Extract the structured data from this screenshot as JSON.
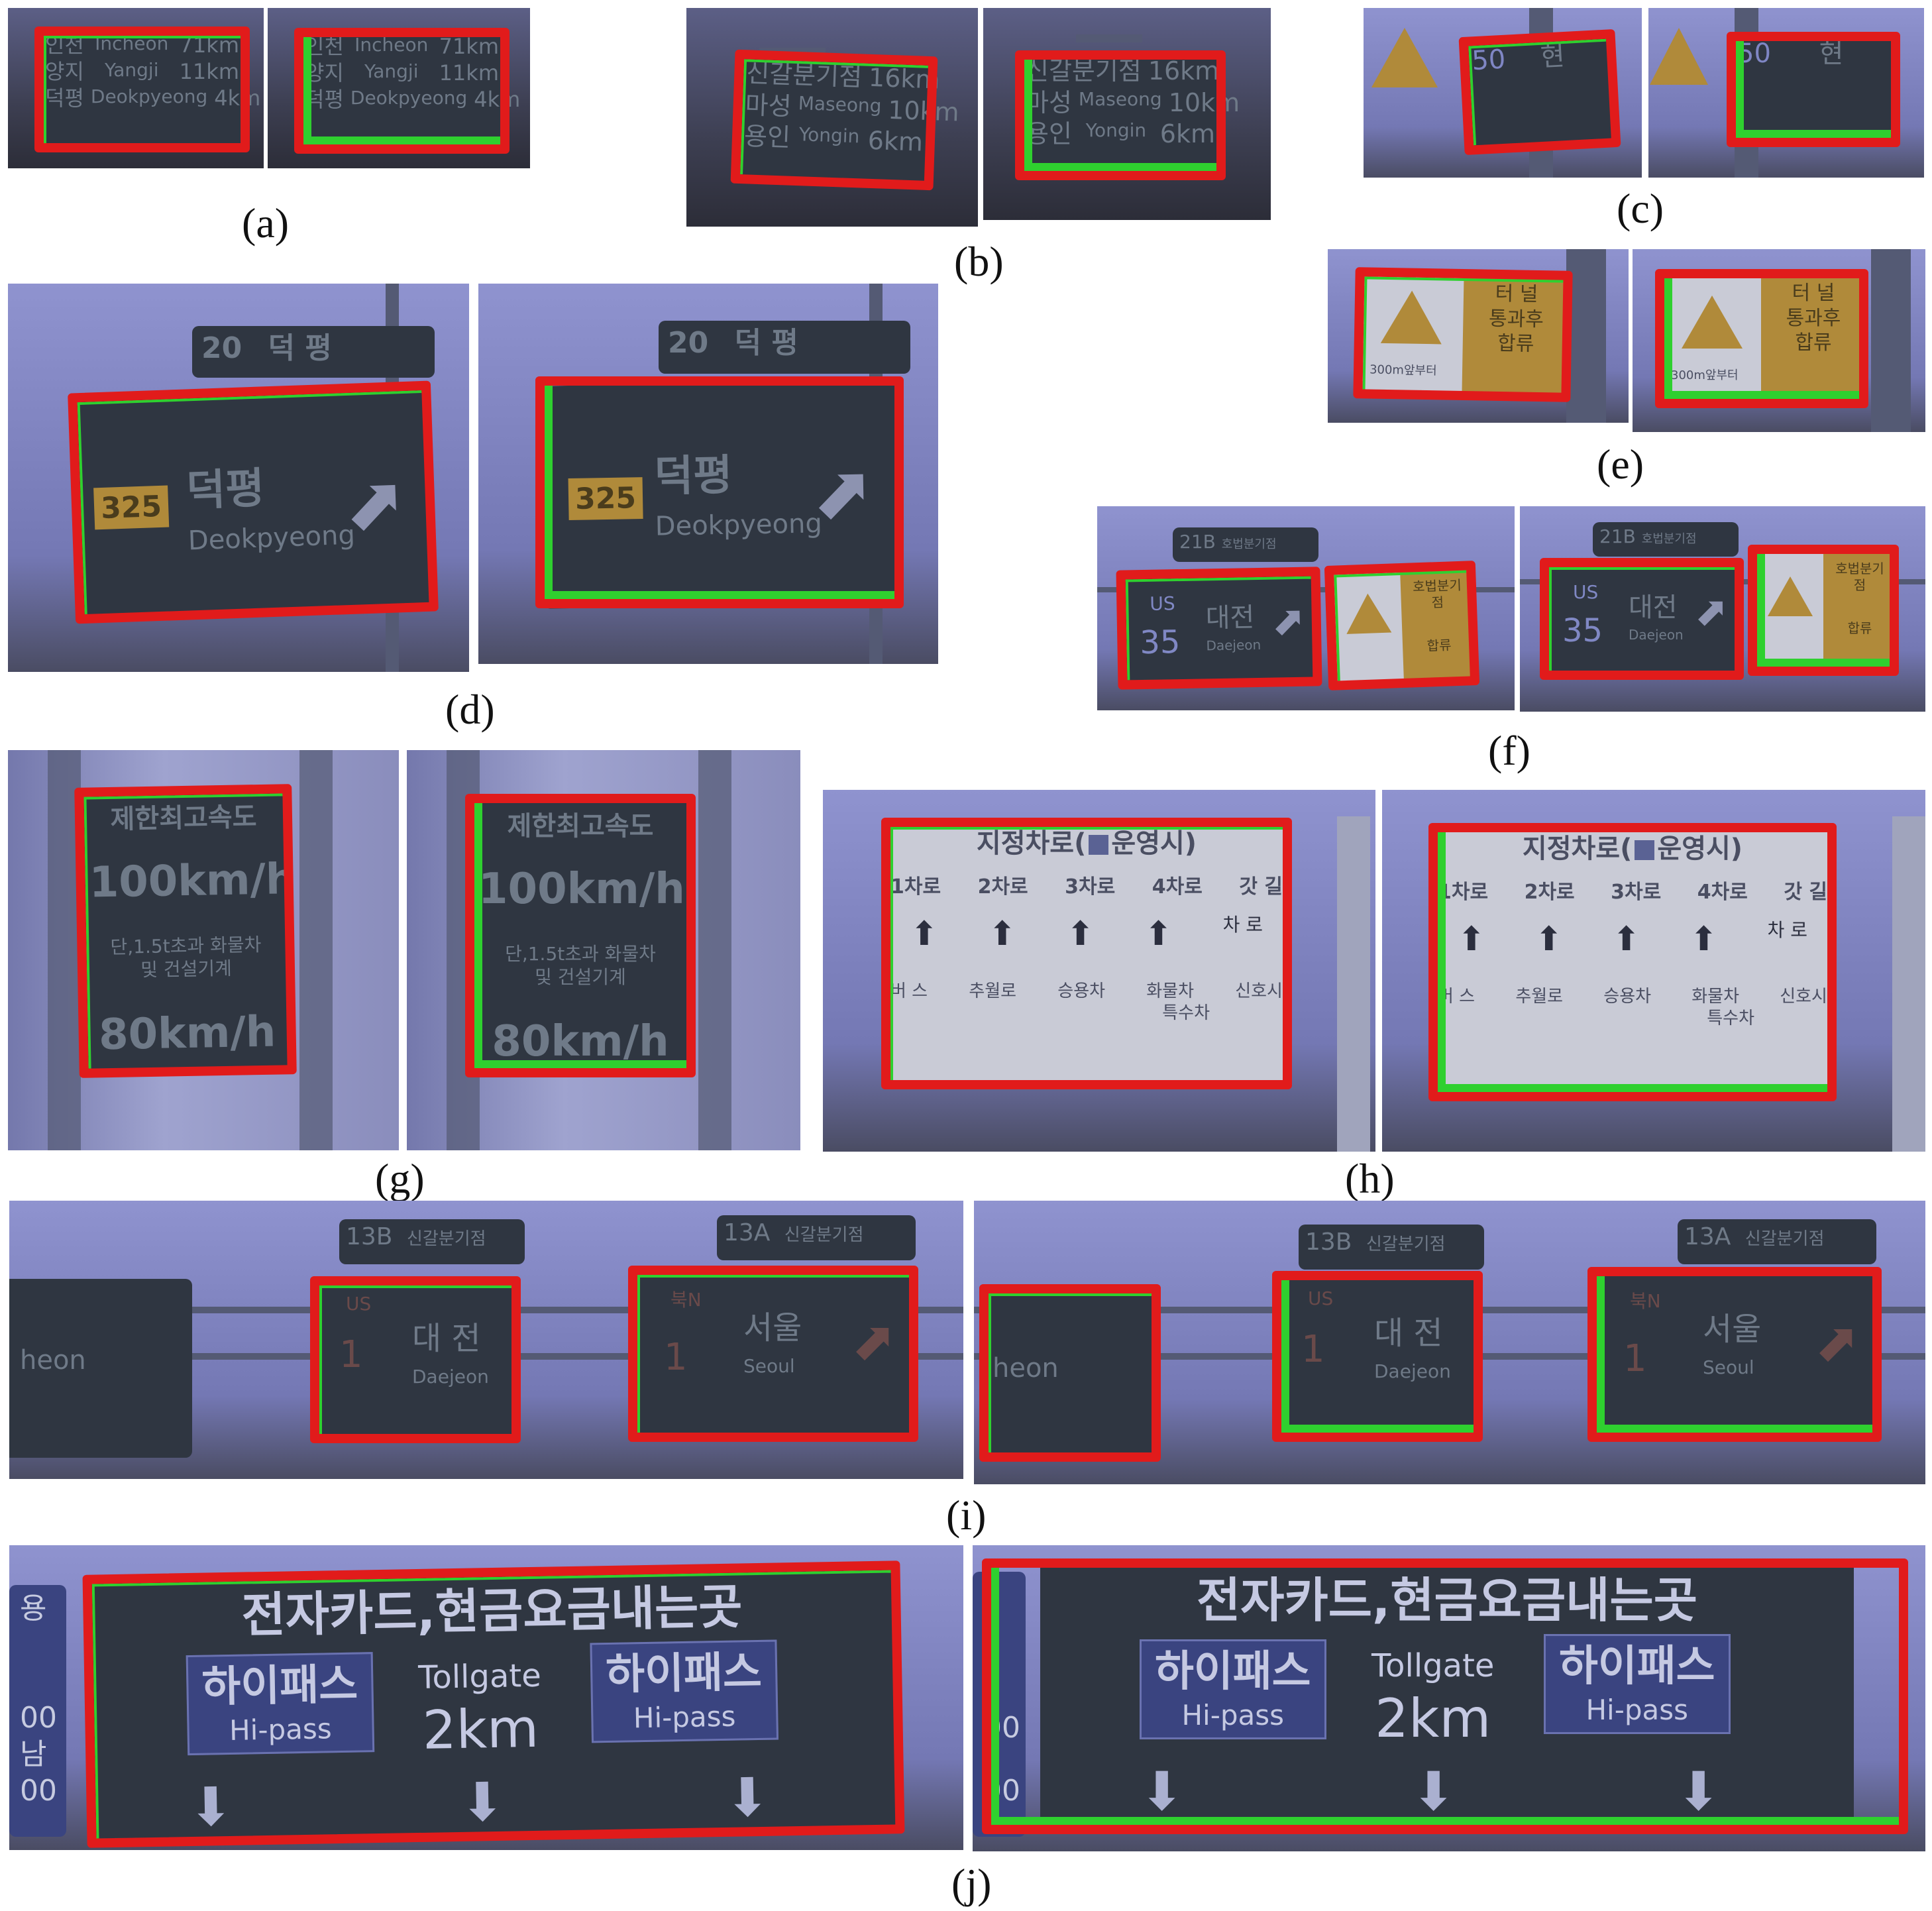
{
  "figure": {
    "captions": [
      "(a)",
      "(b)",
      "(c)",
      "(d)",
      "(e)",
      "(f)",
      "(g)",
      "(h)",
      "(i)",
      "(j)"
    ],
    "colors": {
      "detection_box": "#e11b1b",
      "ground_truth_box": "#2fd02f"
    }
  },
  "a": {
    "rows": [
      [
        "인천",
        "Incheon",
        "71km"
      ],
      [
        "양지",
        "Yangji",
        "11km"
      ],
      [
        "덕평",
        "Deokpyeong",
        "4km"
      ]
    ]
  },
  "b": {
    "rows": [
      [
        "신갈분기점",
        "",
        "16km"
      ],
      [
        "마성",
        "Maseong",
        "10km"
      ],
      [
        "용인",
        "Yongin",
        "6km"
      ]
    ]
  },
  "c": {
    "route": "50",
    "text": "현"
  },
  "d": {
    "exit_no": "20",
    "exit_name": "덕 평",
    "route": "325",
    "name_ko": "덕평",
    "name_en": "Deokpyeong"
  },
  "e": {
    "lines": [
      "터 널",
      "통과후",
      "합류"
    ],
    "small": "300m앞부터"
  },
  "f": {
    "exit": "21B",
    "exit_name": "호법분기점",
    "route": "35",
    "us": "US",
    "name_ko": "대전",
    "name_en": "Daejeon",
    "side_ko": "호법분기점",
    "side_merge": "합류"
  },
  "g": {
    "title": "제한최고속도",
    "speed1": "100km/h",
    "note1": "단,1.5t초과 화물차",
    "note2": "및 건설기계",
    "speed2": "80km/h"
  },
  "h": {
    "title": "지정차로(",
    "title_end": "운영시)",
    "lanes": [
      "1차로",
      "2차로",
      "3차로",
      "4차로"
    ],
    "side_top": "갓 길",
    "side_mid": "차 로",
    "bottom": [
      "버 스",
      "추월로",
      "승용차",
      "화물차",
      "특수차",
      "신호시"
    ]
  },
  "i": {
    "left_text": "heon",
    "exit1": "13B",
    "exit1_name": "신갈분기점",
    "us": "US",
    "route1": "1",
    "name1_ko": "대 전",
    "name1_en": "Daejeon",
    "exit2": "13A",
    "exit2_name": "신갈분기점",
    "north": "북N",
    "route2": "1",
    "name2_ko": "서울",
    "name2_en": "Seoul"
  },
  "j": {
    "title": "전자카드,현금요금내는곳",
    "left_ko": "하이패스",
    "left_en": "Hi-pass",
    "center1": "Tollgate",
    "center2": "2km",
    "right_ko": "하이패스",
    "right_en": "Hi-pass",
    "edge_text": [
      "용",
      "00",
      "남",
      "00"
    ]
  }
}
